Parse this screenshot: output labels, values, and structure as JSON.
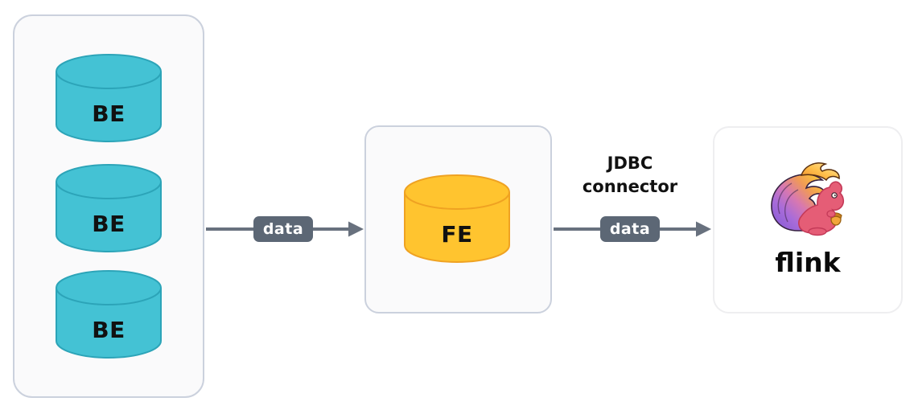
{
  "diagram": {
    "be_cluster": {
      "nodes": [
        {
          "label": "BE",
          "shape": "database-cylinder"
        },
        {
          "label": "BE",
          "shape": "database-cylinder"
        },
        {
          "label": "BE",
          "shape": "database-cylinder"
        }
      ]
    },
    "fe": {
      "label": "FE",
      "shape": "database-cylinder"
    },
    "flink": {
      "label": "flink",
      "logo": "flink-squirrel-logo"
    },
    "edges": [
      {
        "badge": "data"
      },
      {
        "badge": "data",
        "annotation": "JDBC\nconnector"
      }
    ],
    "colors": {
      "cylinder_be_fill": "#44C2D4",
      "cylinder_be_stroke": "#2CA4B8",
      "cylinder_fe_fill": "#FFC42F",
      "cylinder_fe_stroke": "#EFA222",
      "badge_bg": "#5C6775",
      "badge_text": "#FFFFFF",
      "arrow": "#68717E",
      "panel_bg": "#FAFAFB",
      "panel_border": "#CBD1DD",
      "flink_panel_bg": "#FFFFFF",
      "flink_panel_border": "#EEEEF0",
      "label_text": "#111111"
    }
  }
}
